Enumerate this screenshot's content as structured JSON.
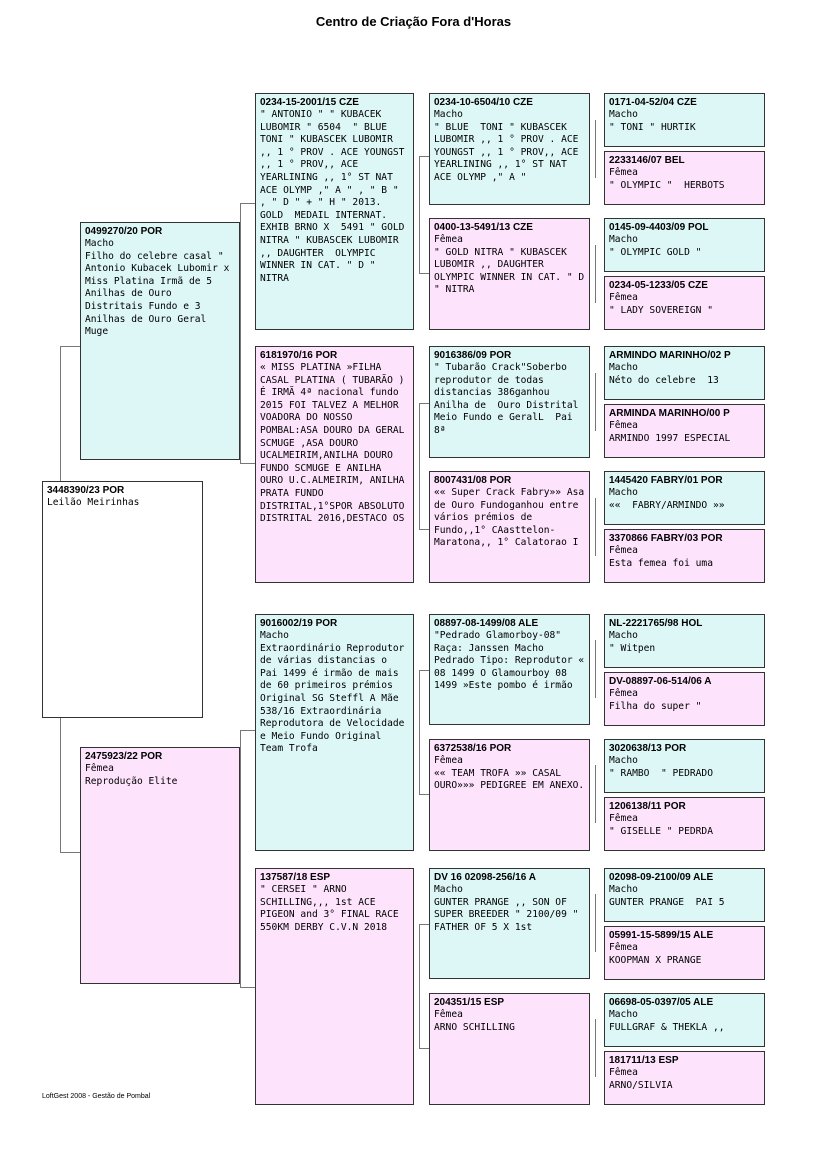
{
  "title": "Centro de Criação Fora d'Horas",
  "footer": "LoftGest 2008 - Gestão de Pombal",
  "subject": {
    "ring": "3448390/23 POR",
    "sex": "",
    "desc": "Leilão Meirinhas"
  },
  "g1": [
    {
      "ring": "0499270/20 POR",
      "sex": "Macho",
      "desc": "Filho do celebre casal \" Antonio Kubacek Lubomir x Miss Platina Irmã de 5 Anilhas de Ouro Distritais Fundo e 3 Anilhas de Ouro Geral Muge"
    },
    {
      "ring": "2475923/22 POR",
      "sex": "Fêmea",
      "desc": "Reprodução Elite"
    }
  ],
  "g2": [
    {
      "ring": "0234-15-2001/15 CZE",
      "sex": "",
      "desc": "\" ANTONIO \" \" KUBACEK LUBOMIR \" 6504  \" BLUE  TONI \" KUBASCEK LUBOMIR ,, 1 ° PROV . ACE YOUNGST ,, 1 ° PROV,, ACE YEARLINING ,, 1° ST NAT ACE OLYMP ,\" A \" , \" B \" , \" D \" + \" H \" 2013. GOLD  MEDAIL INTERNAT. EXHIB BRNO X  5491 \" GOLD NITRA \" KUBASCEK LUBOMIR ,, DAUGHTER  OLYMPIC WINNER IN CAT. \" D \" NITRA"
    },
    {
      "ring": "6181970/16 POR",
      "sex": "",
      "desc": "« MISS PLATINA »FILHA CASAL PLATINA ( TUBARÃO )  É IRMÃ 4ª nacional fundo 2015 FOI TALVEZ A MELHOR VOADORA DO NOSSO POMBAL:ASA DOURO DA GERAL SCMUGE ,ASA DOURO UCALMEIRIM,ANILHA DOURO FUNDO SCMUGE E ANILHA OURO U.C.ALMEIRIM, ANILHA PRATA FUNDO DISTRITAL,1°SPOR ABSOLUTO DISTRITAL 2016,DESTACO OS"
    },
    {
      "ring": "9016002/19 POR",
      "sex": "Macho",
      "desc": "Extraordinário Reprodutor de várias distancias o Pai 1499 é irmão de mais de 60 primeiros prémios Original SG Steffl A Mãe 538/16 Extraordinária Reprodutora de Velocidade e Meio Fundo Original Team Trofa"
    },
    {
      "ring": "137587/18 ESP",
      "sex": "",
      "desc": "\" CERSEI \" ARNO SCHILLING,,, 1st ACE PIGEON and 3° FINAL RACE 550KM DERBY C.V.N 2018"
    }
  ],
  "g3": [
    {
      "ring": "0234-10-6504/10 CZE",
      "sex": "Macho",
      "desc": "\" BLUE  TONI \" KUBASCEK LUBOMIR ,, 1 ° PROV . ACE YOUNGST ,, 1 ° PROV,, ACE YEARLINING ,, 1° ST NAT ACE OLYMP ,\" A \""
    },
    {
      "ring": "0400-13-5491/13 CZE",
      "sex": "Fêmea",
      "desc": "\" GOLD NITRA \" KUBASCEK LUBOMIR ,, DAUGHTER  OLYMPIC WINNER IN CAT. \" D \" NITRA"
    },
    {
      "ring": "9016386/09 POR",
      "sex": "",
      "desc": "\" Tubarão Crack\"Soberbo reprodutor de todas distancias 386ganhou Anilha de  Ouro Distrital Meio Fundo e GeralL  Pai  8ª"
    },
    {
      "ring": "8007431/08 POR",
      "sex": "",
      "desc": "«« Super Crack Fabry»» Asa de Ouro Fundoganhou entre vários prémios de Fundo,,1° CAasttelon-Maratona,, 1° Calatorao I"
    },
    {
      "ring": "08897-08-1499/08 ALE",
      "sex": "",
      "desc": "\"Pedrado Glamorboy-08\" Raça: Janssen Macho Pedrado Tipo: Reprodutor « 08 1499 O Glamourboy 08 1499 »Este pombo é irmão"
    },
    {
      "ring": "6372538/16 POR",
      "sex": "Fêmea",
      "desc": "«« TEAM TROFA »» CASAL OURO»»» PEDIGREE EM ANEXO."
    },
    {
      "ring": "DV 16 02098-256/16 A",
      "sex": "Macho",
      "desc": "GUNTER PRANGE ,, SON OF SUPER BREEDER \" 2100/09 \" FATHER OF 5 X 1st"
    },
    {
      "ring": "204351/15 ESP",
      "sex": "Fêmea",
      "desc": "ARNO SCHILLING"
    }
  ],
  "g4": [
    {
      "ring": "0171-04-52/04 CZE",
      "sex": "Macho",
      "desc": "\" TONI \" HURTIK"
    },
    {
      "ring": "2233146/07 BEL",
      "sex": "Fêmea",
      "desc": "\" OLYMPIC \"  HERBOTS"
    },
    {
      "ring": "0145-09-4403/09 POL",
      "sex": "Macho",
      "desc": "\" OLYMPIC GOLD \""
    },
    {
      "ring": "0234-05-1233/05 CZE",
      "sex": "Fêmea",
      "desc": "\" LADY SOVEREIGN \""
    },
    {
      "ring": "ARMINDO MARINHO/02 P",
      "sex": "Macho",
      "desc": "Néto do celebre  13"
    },
    {
      "ring": "ARMINDA MARINHO/00 P",
      "sex": "Fêmea",
      "desc": "ARMINDO 1997 ESPECIAL"
    },
    {
      "ring": "1445420 FABRY/01 POR",
      "sex": "Macho",
      "desc": "««  FABRY/ARMINDO »»"
    },
    {
      "ring": "3370866 FABRY/03 POR",
      "sex": "Fêmea",
      "desc": "Esta femea foi uma"
    },
    {
      "ring": "NL-2221765/98 HOL",
      "sex": "Macho",
      "desc": "\" Witpen"
    },
    {
      "ring": "DV-08897-06-514/06 A",
      "sex": "Fêmea",
      "desc": "Filha do super \""
    },
    {
      "ring": "3020638/13 POR",
      "sex": "Macho",
      "desc": "\" RAMBO  \" PEDRADO"
    },
    {
      "ring": "1206138/11 POR",
      "sex": "Fêmea",
      "desc": "\" GISELLE \" PEDRDA"
    },
    {
      "ring": "02098-09-2100/09 ALE",
      "sex": "Macho",
      "desc": "GUNTER PRANGE  PAI 5"
    },
    {
      "ring": "05991-15-5899/15 ALE",
      "sex": "Fêmea",
      "desc": "KOOPMAN X PRANGE"
    },
    {
      "ring": "06698-05-0397/05 ALE",
      "sex": "Macho",
      "desc": "FULLGRAF & THEKLA ,,"
    },
    {
      "ring": "181711/13 ESP",
      "sex": "Fêmea",
      "desc": "ARNO/SILVIA"
    }
  ]
}
